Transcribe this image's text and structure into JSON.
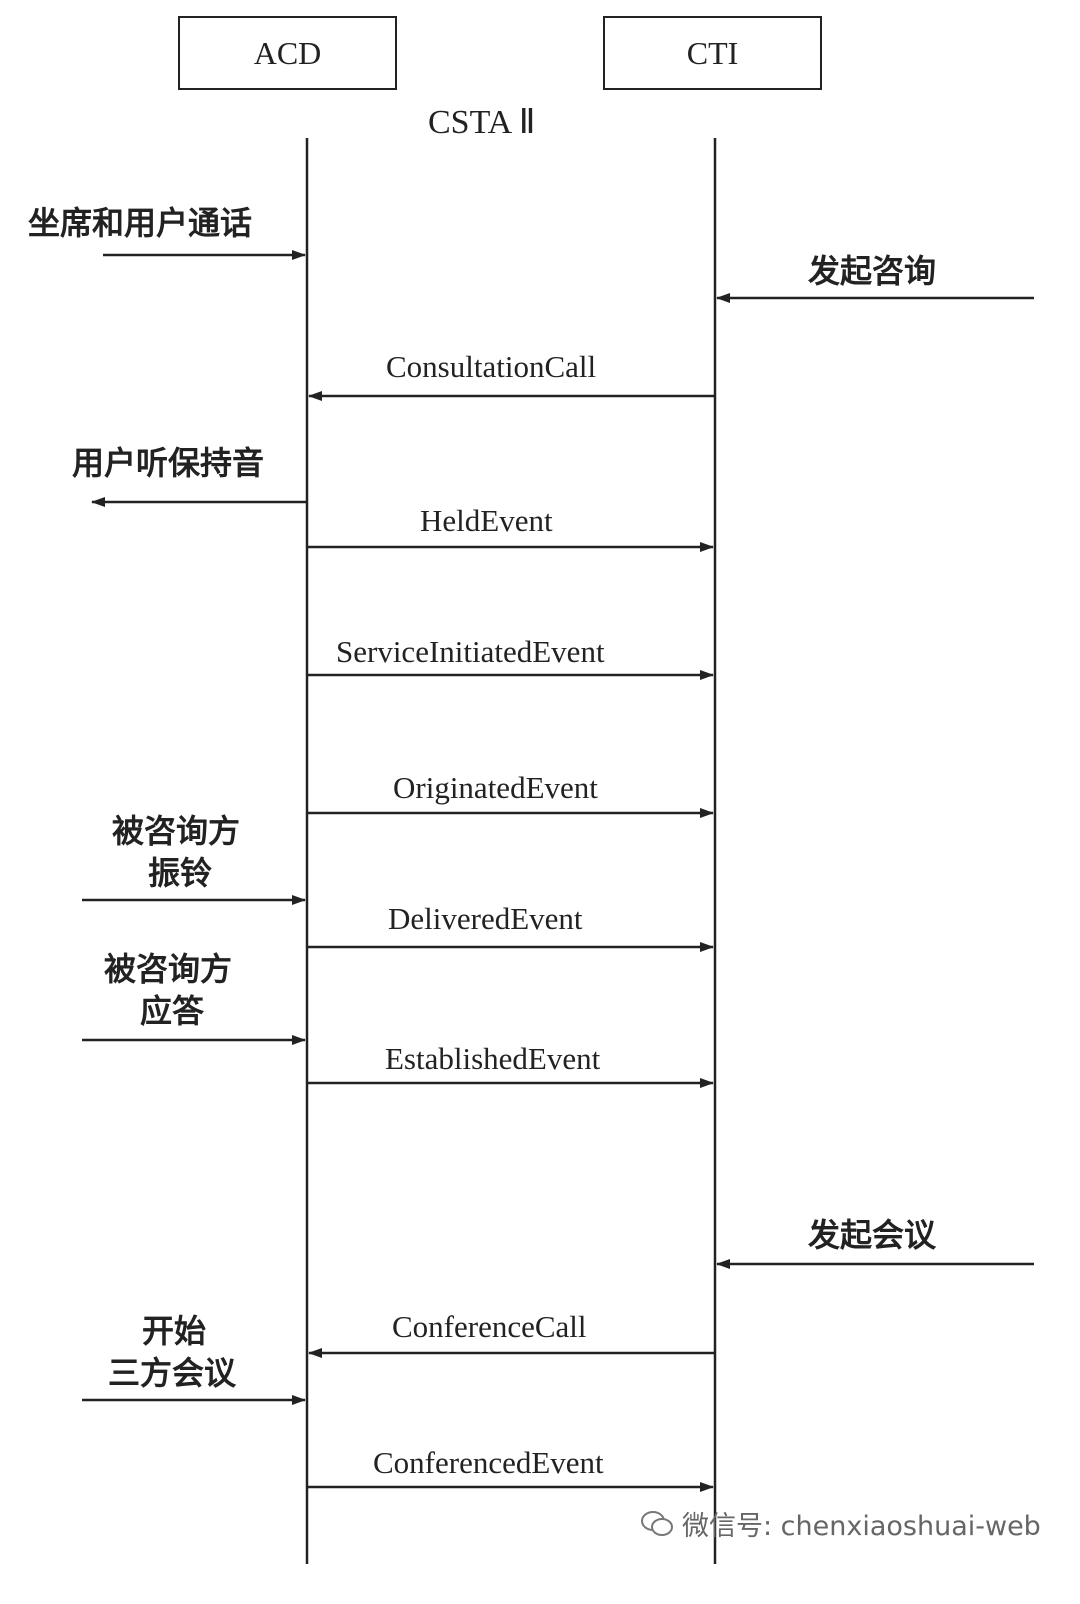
{
  "boxes": {
    "acd": "ACD",
    "cti": "CTI"
  },
  "protocol": "CSTA Ⅱ",
  "messages": {
    "consultation_call": "ConsultationCall",
    "held_event": "HeldEvent",
    "service_initiated_event": "ServiceInitiatedEvent",
    "originated_event": "OriginatedEvent",
    "delivered_event": "DeliveredEvent",
    "established_event": "EstablishedEvent",
    "conference_call": "ConferenceCall",
    "conferenced_event": "ConferencedEvent"
  },
  "notes": {
    "agent_user_talk": "坐席和用户通话",
    "start_consult": "发起咨询",
    "user_hold_music": "用户听保持音",
    "consulted_ringing_1": "被咨询方",
    "consulted_ringing_2": "振铃",
    "consulted_answer_1": "被咨询方",
    "consulted_answer_2": "应答",
    "start_conference": "发起会议",
    "three_way_1": "开始",
    "three_way_2": "三方会议"
  },
  "watermark": "微信号: chenxiaoshuai-web"
}
